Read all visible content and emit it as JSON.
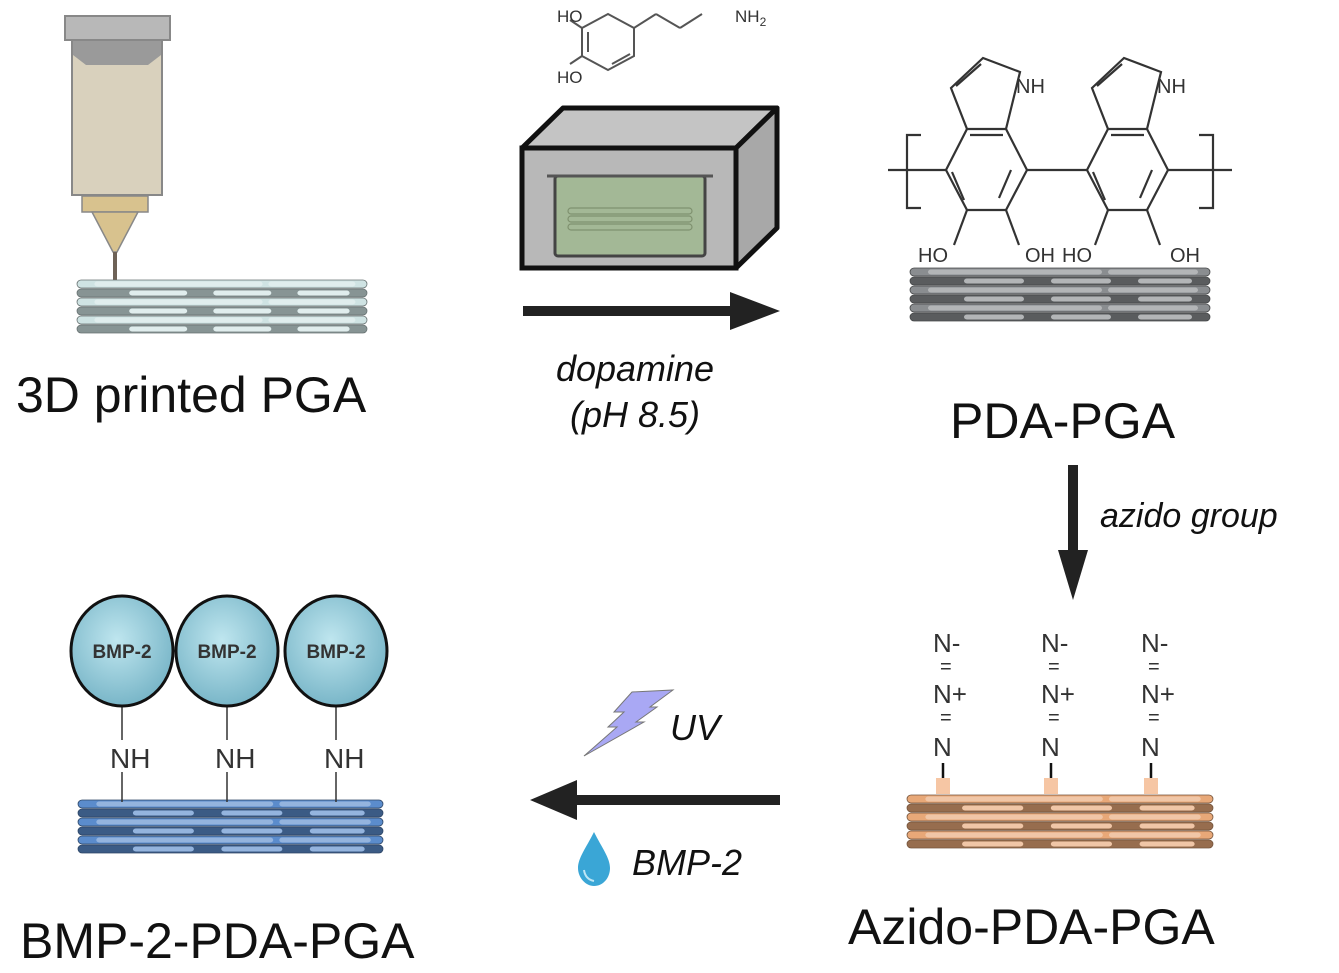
{
  "stages": {
    "pga": {
      "label": "3D printed PGA",
      "scaffold_color": "#cfe3e3"
    },
    "pda": {
      "label": "PDA-PGA",
      "scaffold_color": "#8a8d90"
    },
    "azido": {
      "label": "Azido-PDA-PGA",
      "scaffold_color": "#e8a878"
    },
    "bmp": {
      "label": "BMP-2-PDA-PGA",
      "scaffold_color": "#5b8ccc"
    }
  },
  "steps": {
    "dopamine": {
      "line1": "dopamine",
      "line2": "(pH 8.5)"
    },
    "azido": {
      "label": "azido group"
    },
    "uv_bmp": {
      "uv_label": "UV",
      "bmp_label": "BMP-2"
    }
  },
  "dopamine_molecule": {
    "oh_top": "HO",
    "oh_bottom": "HO",
    "amine": "NH",
    "amine_sub": "2"
  },
  "pda_structure": {
    "nh": "NH",
    "oh_labels": [
      "HO",
      "OH",
      "HO",
      "OH"
    ]
  },
  "azide_groups": [
    {
      "top": "N-",
      "middle": "N+",
      "bottom": "N",
      "bond": "="
    },
    {
      "top": "N-",
      "middle": "N+",
      "bottom": "N",
      "bond": "="
    },
    {
      "top": "N-",
      "middle": "N+",
      "bottom": "N",
      "bond": "="
    }
  ],
  "bmp_proteins": [
    {
      "label": "BMP-2",
      "linker": "NH"
    },
    {
      "label": "BMP-2",
      "linker": "NH"
    },
    {
      "label": "BMP-2",
      "linker": "NH"
    }
  ],
  "colors": {
    "arrow": "#222222",
    "uv_bolt": "#a9a8f4",
    "droplet": "#3aa6d6",
    "bmp_sphere": "#8fc9d8",
    "bath_liquid": "#a3b896",
    "box": "#b6b6b6"
  }
}
